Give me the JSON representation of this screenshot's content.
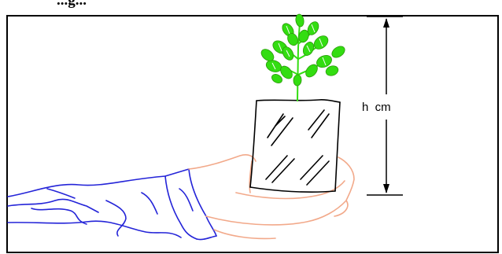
{
  "caption_fragment": "...g...",
  "measurement_label": "h  cm",
  "colors": {
    "frame": "#000000",
    "sleeve": "#2424d8",
    "hand": "#f2a98a",
    "pot": "#000000",
    "leaves": "#33dd11",
    "leaf_veins": "#ffffff",
    "dimension_line": "#000000"
  },
  "icons": {
    "subject": "seedling-in-pot-on-hand"
  }
}
